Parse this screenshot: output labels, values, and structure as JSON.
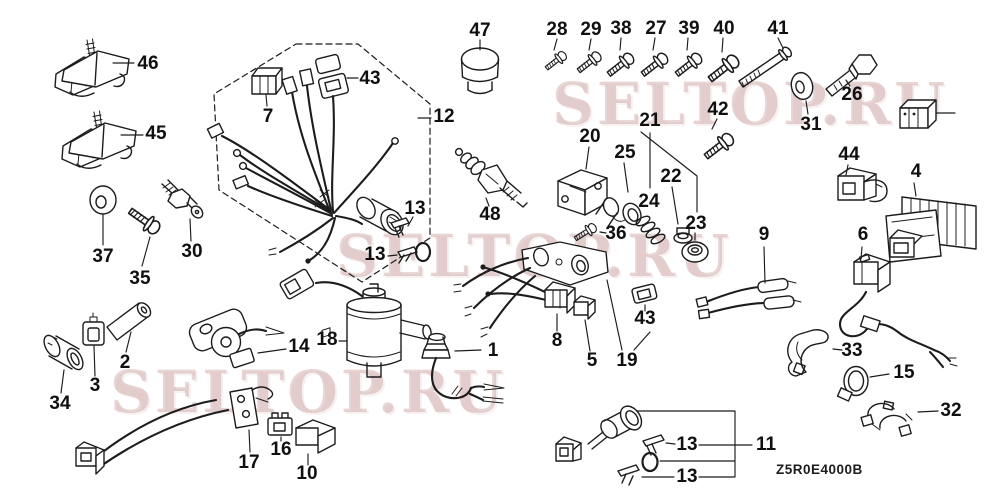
{
  "diagram": {
    "code": "Z5R0E4000B",
    "watermark": "SELTOP.RU",
    "colors": {
      "background": "#ffffff",
      "line": "#1c1c1c",
      "watermark": "#e6cccc"
    },
    "callouts": [
      "46",
      "45",
      "37",
      "35",
      "30",
      "2",
      "3",
      "34",
      "7",
      "43",
      "12",
      "13",
      "13",
      "47",
      "48",
      "28",
      "29",
      "38",
      "27",
      "39",
      "40",
      "41",
      "42",
      "26",
      "31",
      "20",
      "25",
      "21",
      "22",
      "24",
      "23",
      "36",
      "44",
      "4",
      "9",
      "6",
      "8",
      "5",
      "19",
      "43",
      "33",
      "15",
      "32",
      "14",
      "18",
      "1",
      "17",
      "16",
      "10",
      "13",
      "13",
      "11"
    ]
  }
}
